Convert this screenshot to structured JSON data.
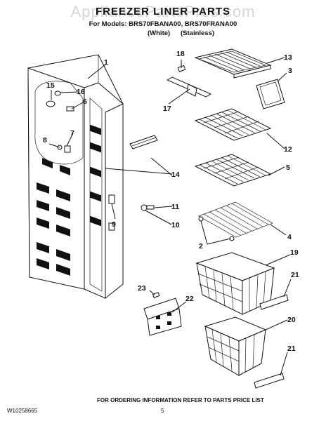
{
  "header": {
    "title": "FREEZER LINER PARTS",
    "models_prefix": "For Models:",
    "models": "BRS70FBANA00, BRS70FRANA00",
    "variant_white": "(White)",
    "variant_stainless": "(Stainless)"
  },
  "watermark": "AppliancePartsPros.com",
  "callouts": [
    "1",
    "2",
    "3",
    "4",
    "5",
    "6",
    "7",
    "8",
    "9",
    "10",
    "11",
    "12",
    "13",
    "14",
    "15",
    "16",
    "17",
    "18",
    "19",
    "20",
    "21",
    "21",
    "22",
    "23"
  ],
  "footer": {
    "doc_number": "W10258665",
    "page": "5",
    "note": "FOR ORDERING INFORMATION REFER TO PARTS PRICE LIST"
  }
}
